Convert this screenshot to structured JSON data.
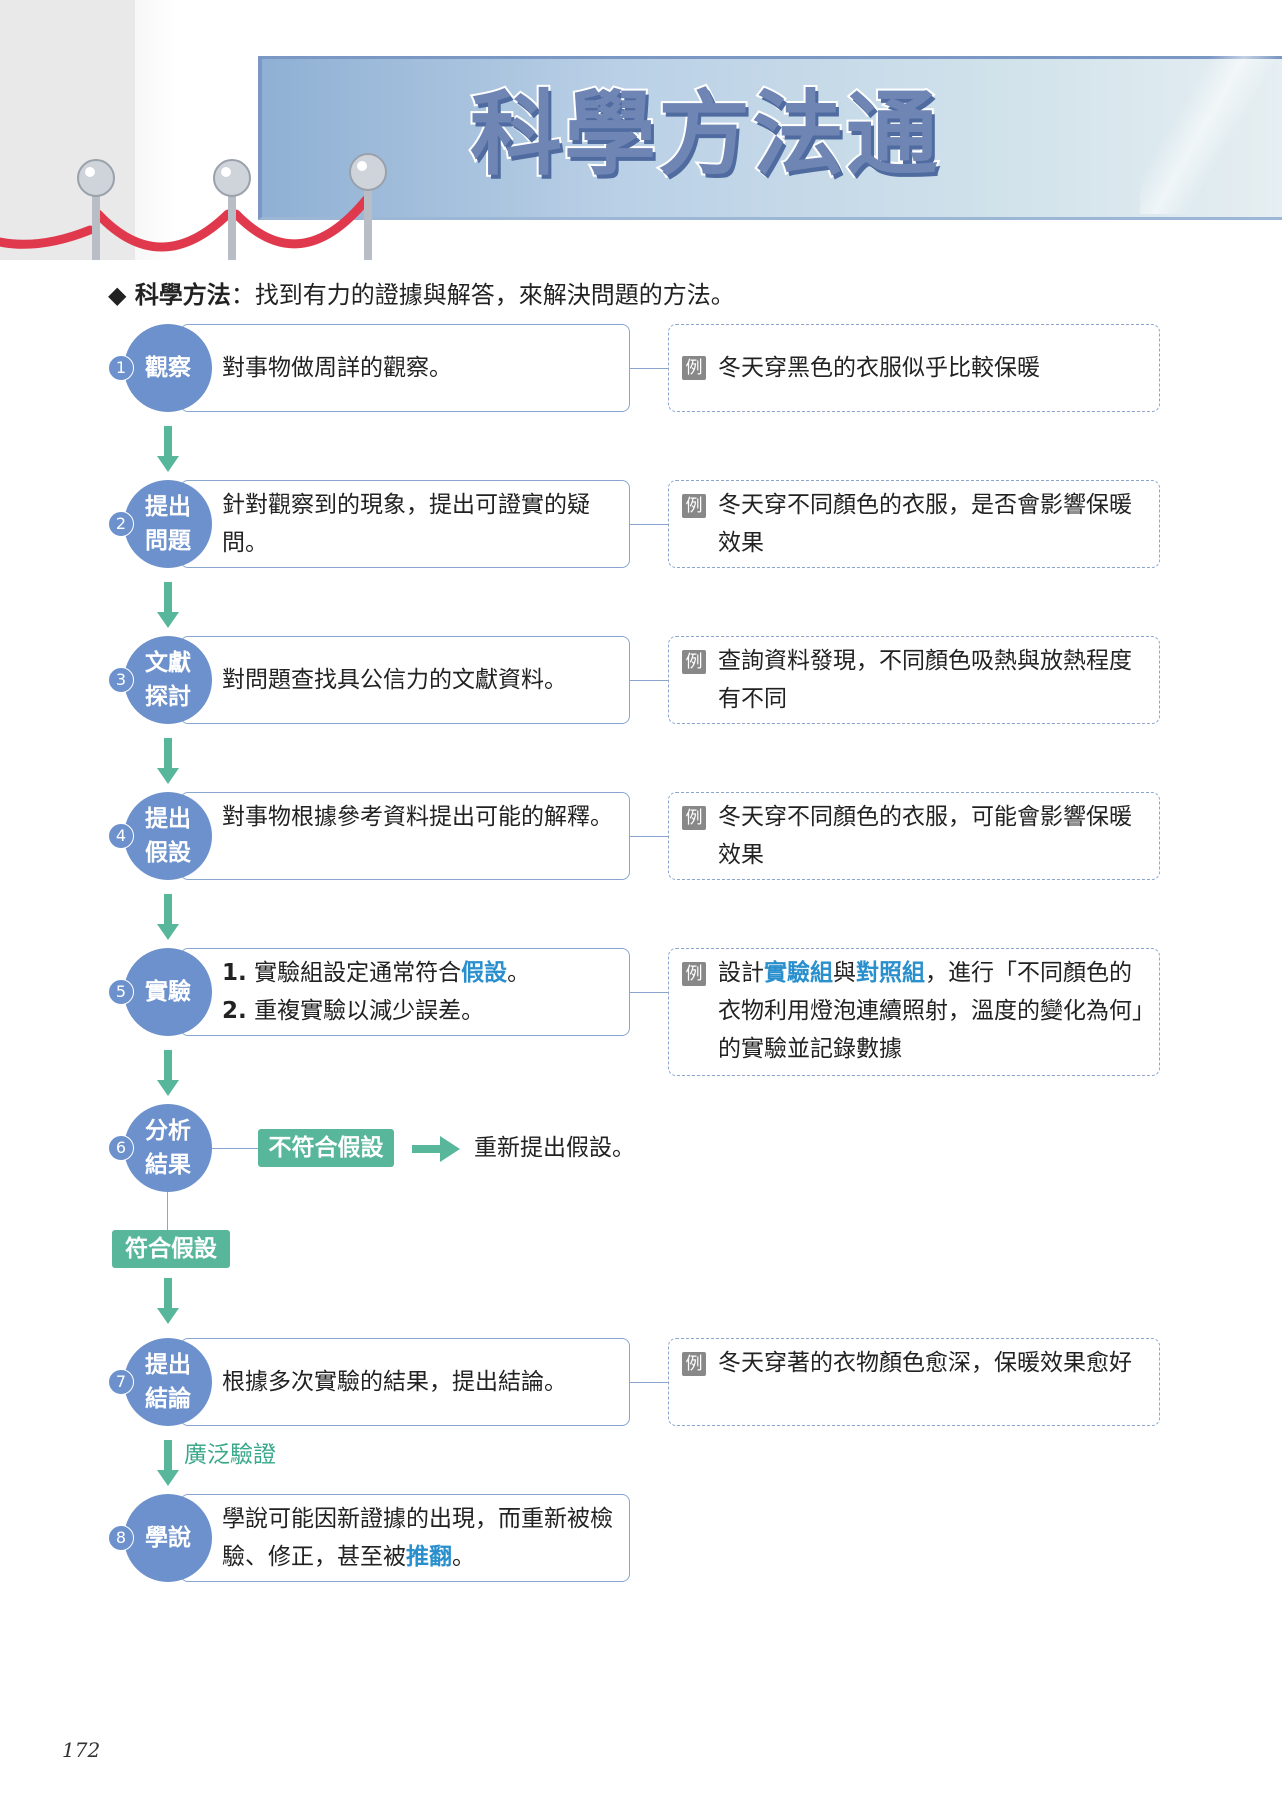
{
  "header": {
    "title": "科學方法通"
  },
  "intro": {
    "label": "◆ 科學方法",
    "colon": "：",
    "text": "找到有力的證據與解答，來解決問題的方法。"
  },
  "example_label": "例",
  "steps": [
    {
      "num": "1",
      "line1": "觀察",
      "line2": "",
      "desc": "對事物做周詳的觀察。",
      "example": "冬天穿黑色的衣服似乎比較保暖"
    },
    {
      "num": "2",
      "line1": "提出",
      "line2": "問題",
      "desc": "針對觀察到的現象，提出可證實的疑問。",
      "example": "冬天穿不同顏色的衣服，是否會影響保暖效果"
    },
    {
      "num": "3",
      "line1": "文獻",
      "line2": "探討",
      "desc": "對問題查找具公信力的文獻資料。",
      "example": "查詢資料發現，不同顏色吸熱與放熱程度有不同"
    },
    {
      "num": "4",
      "line1": "提出",
      "line2": "假設",
      "desc": "對事物根據參考資料提出可能的解釋。",
      "example": "冬天穿不同顏色的衣服，可能會影響保暖效果"
    },
    {
      "num": "5",
      "line1": "實驗",
      "line2": "",
      "items": [
        {
          "n": "1.",
          "pre": "實驗組設定通常符合",
          "hl": "假設",
          "post": "。"
        },
        {
          "n": "2.",
          "pre": "重複實驗以減少誤差。",
          "hl": "",
          "post": ""
        }
      ],
      "example_parts": {
        "p1": "設計",
        "h1": "實驗組",
        "p2": "與",
        "h2": "對照組",
        "p3": "，進行「不同顏色的衣物利用燈泡連續照射，溫度的變化為何」的實驗並記錄數據"
      }
    },
    {
      "num": "6",
      "line1": "分析",
      "line2": "結果",
      "branch_no": "不符合假設",
      "branch_no_result": "重新提出假設。",
      "branch_yes": "符合假設"
    },
    {
      "num": "7",
      "line1": "提出",
      "line2": "結論",
      "desc": "根據多次實驗的結果，提出結論。",
      "example": "冬天穿著的衣物顏色愈深，保暖效果愈好",
      "after_label": "廣泛驗證"
    },
    {
      "num": "8",
      "line1": "學說",
      "line2": "",
      "desc_pre": "學說可能因新證據的出現，而重新被檢驗、修正，甚至被",
      "desc_hl": "推翻",
      "desc_post": "。"
    }
  ],
  "footer": {
    "page_number": "172"
  },
  "colors": {
    "circle": "#6c91cc",
    "box_border": "#8aa6cf",
    "tag": "#58b69a",
    "highlight": "#2a8fcd",
    "banner": "#bad0e6"
  }
}
